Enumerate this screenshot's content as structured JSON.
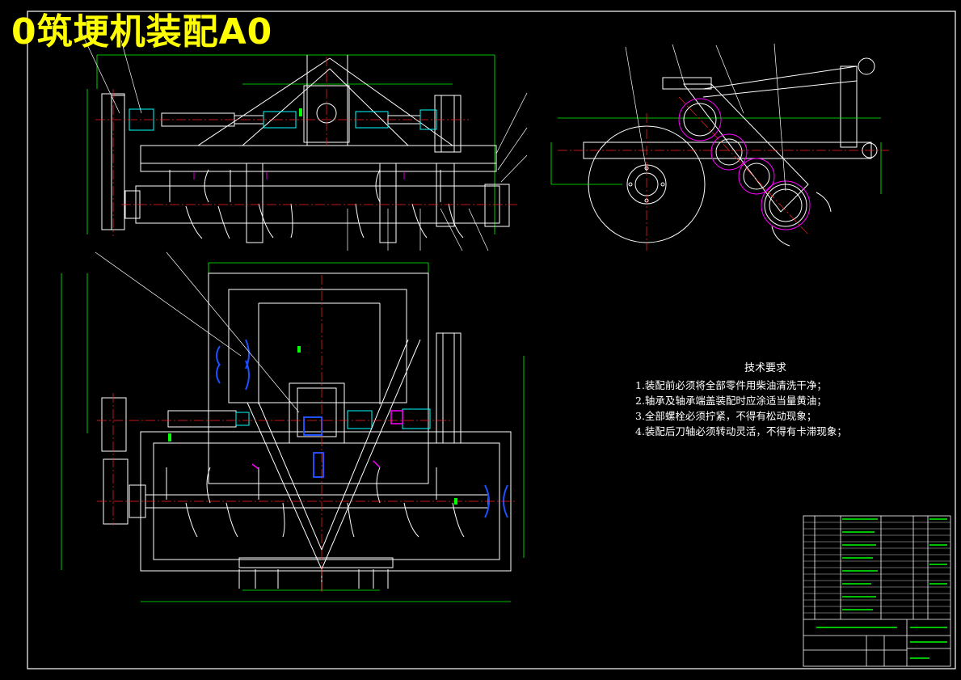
{
  "title": "0筑埂机装配A0",
  "tech_requirements": {
    "heading": "技术要求",
    "items": [
      "1.装配前必须将全部零件用柴油清洗干净；",
      "2.轴承及轴承端盖装配时应涂适当量黄油；",
      "3.全部螺栓必须拧紧，不得有松动现象；",
      "4.装配后刀轴必须转动灵活，不得有卡滞现象；"
    ]
  },
  "colors": {
    "background": "#000000",
    "outline": "#ffffff",
    "centerline": "#ff2020",
    "dimension": "#00ff00",
    "hidden": "#ff00ff",
    "highlight": "#1e50ff",
    "accent": "#00ffff",
    "title": "#ffff00"
  }
}
